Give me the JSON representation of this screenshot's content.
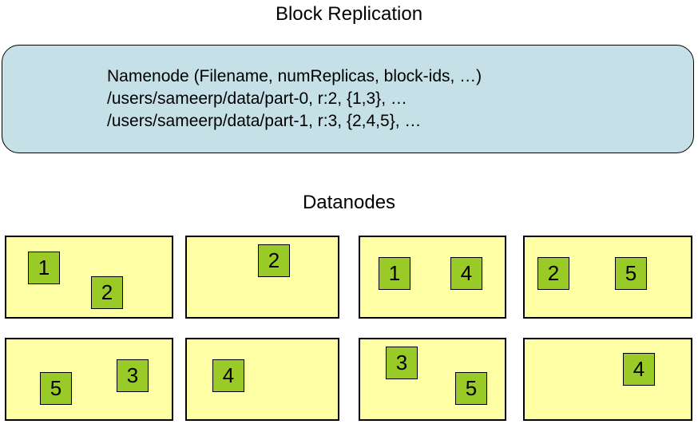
{
  "title": "Block Replication",
  "namenode": {
    "lines": [
      "Namenode (Filename, numReplicas, block-ids, …)",
      "/users/sameerp/data/part-0, r:2, {1,3}, …",
      "/users/sameerp/data/part-1, r:3, {2,4,5}, …"
    ]
  },
  "datanodes_label": "Datanodes",
  "datanodes": [
    {
      "blocks": [
        "1",
        "2"
      ]
    },
    {
      "blocks": [
        "2"
      ]
    },
    {
      "blocks": [
        "1",
        "4"
      ]
    },
    {
      "blocks": [
        "2",
        "5"
      ]
    },
    {
      "blocks": [
        "5",
        "3"
      ]
    },
    {
      "blocks": [
        "4"
      ]
    },
    {
      "blocks": [
        "3",
        "5"
      ]
    },
    {
      "blocks": [
        "4"
      ]
    }
  ],
  "colors": {
    "namenode_fill": "#c5e0e6",
    "datanode_fill": "#ffffa6",
    "block_fill": "#99ca28",
    "border": "#000000"
  }
}
